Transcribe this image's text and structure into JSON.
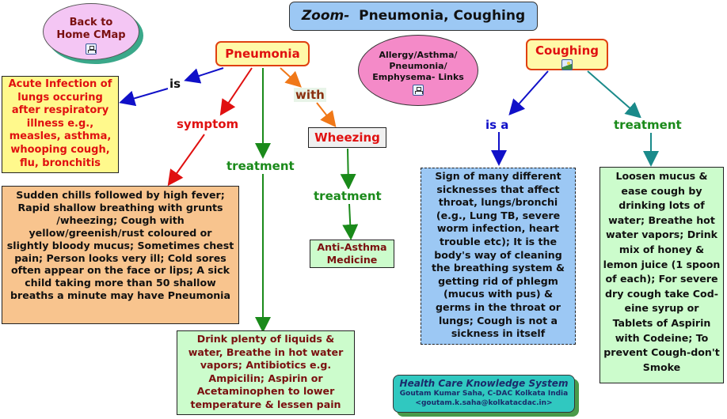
{
  "title": {
    "prefix": "Zoom-",
    "text": "Pneumonia, Coughing"
  },
  "home_link": {
    "line1": "Back to",
    "line2": "Home CMap",
    "icon": "cmap-link-icon"
  },
  "links_node": {
    "line1": "Allergy/Asthma/",
    "line2": "Pneumonia/",
    "line3": "Emphysema- Links",
    "icon": "cmap-link-icon"
  },
  "concepts": {
    "pneumonia": "Pneumonia",
    "coughing": "Coughing",
    "coughing_icon": "image-icon",
    "wheezing": "Wheezing",
    "acute_infection": "Acute Infection of lungs occuring after respiratory illness e.g., measles, asthma, whooping cough, flu, bronchitis",
    "symptoms": "Sudden chills followed by high fever; Rapid shallow breathing with grunts /wheezing; Cough with yellow/greenish/rust coloured or slightly bloody mucus; Sometimes chest pain; Person looks very ill; Cold sores often appear on the face or lips; A sick child taking more than 50 shallow breaths a minute may have Pneumonia",
    "pneumonia_treatment": "Drink plenty of liquids & water, Breathe in hot water vapors; Antibiotics e.g. Ampicilin; Aspirin or Acetaminophen to lower temperature & lessen pain",
    "anti_asthma": "Anti-Asthma Medicine",
    "cough_sign": "Sign of many different sicknesses that affect throat, lungs/bronchi (e.g., Lung TB, severe worm infection, heart trouble etc); It is the body's way of cleaning the breathing system & getting rid of phlegm (mucus with pus) & germs in the throat or lungs; Cough is not a sickness in itself",
    "cough_treatment": "Loosen mucus & ease cough by drinking lots of water; Breathe hot water vapors; Drink mix of honey & lemon juice (1 spoon of each); For severe dry cough take Cod-eine syrup or Tablets of Aspirin with Codeine; To prevent Cough-don't Smoke"
  },
  "linking_phrases": {
    "is": "is",
    "symptom": "symptom",
    "treatment_pneumonia": "treatment",
    "with": "with",
    "treatment_wheezing": "treatment",
    "is_a": "is a",
    "treatment_coughing": "treatment"
  },
  "footer": {
    "title": "Health Care Knowledge System",
    "author": "Goutam Kumar Saha, C-DAC Kolkata India",
    "email": "<goutam.k.saha@kolkatacdac.in>"
  },
  "colors": {
    "blue_link": "#1010c8",
    "red_link": "#e01010",
    "green_link": "#1a8a1a",
    "orange_link": "#f07818",
    "teal_link": "#1a8a8a"
  }
}
